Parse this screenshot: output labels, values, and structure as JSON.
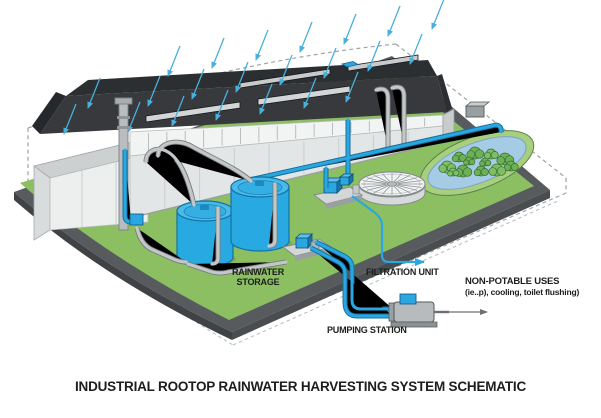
{
  "title": "INDUSTRIAL ROOTOP RAINWATER HARVESTING SYSTEM SCHEMATIC",
  "labels": {
    "rainwater_storage_line1": "RAINWATER",
    "rainwater_storage_line2": "STORAGE",
    "filtration_unit": "FILTRATION UNIT",
    "pumping_station": "PUMPING STATION",
    "non_potable_heading": "NON-POTABLE USES",
    "non_potable_subtext": "(ie..p), cooling, toilet flushing)"
  },
  "colors": {
    "background": "#FFFFFF",
    "pipe_blue": "#2AA7E0",
    "rain_blue": "#49B0DE",
    "tank_blue": "#29A9E1",
    "grass_green": "#8CBE62",
    "road_gray": "#575B5E",
    "roof_dark": "#37393C",
    "wall_light": "#F2F3F3",
    "pond_water": "#A5CCE4",
    "text_dark": "#1D1D1B",
    "boundary_dash": "#9FA4A7"
  },
  "scene": {
    "description": "Isometric schematic of an industrial building where rain falls on the rooftop, is collected by downpipes into two blue rainwater storage tanks, passes a filtration unit and is pumped by a pumping station to non-potable uses.",
    "components": [
      "rain-arrows",
      "industrial-building",
      "rooftop-skylights",
      "rainwater-storage-tanks",
      "filtration-unit",
      "clarifier-tank",
      "pumping-station",
      "retention-pond",
      "pump-outlet",
      "site-boundary-dashed"
    ]
  }
}
